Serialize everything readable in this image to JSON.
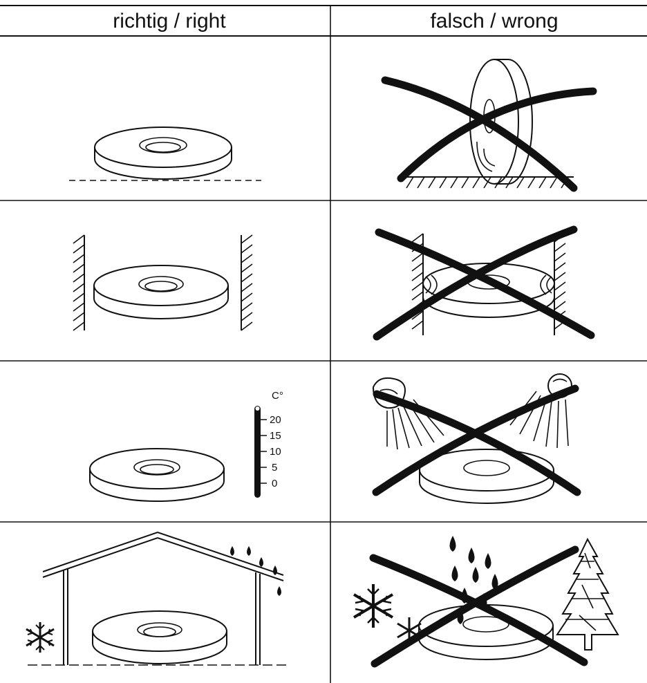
{
  "header": {
    "right_label": "richtig / right",
    "wrong_label": "falsch / wrong"
  },
  "thermometer": {
    "unit": "C°",
    "ticks": [
      "20",
      "15",
      "10",
      "5",
      "0"
    ]
  },
  "rows": [
    {
      "right": "disc lying flat on floor",
      "wrong": "disc standing upright on edge"
    },
    {
      "right": "disc stored free between walls",
      "wrong": "disc squeezed between walls"
    },
    {
      "right": "disc at 0–20 °C",
      "wrong": "disc exposed to heat sources"
    },
    {
      "right": "disc stored under roof",
      "wrong": "disc exposed to rain, snow, outdoors"
    }
  ],
  "colors": {
    "ink": "#111111",
    "paper": "#ffffff"
  }
}
